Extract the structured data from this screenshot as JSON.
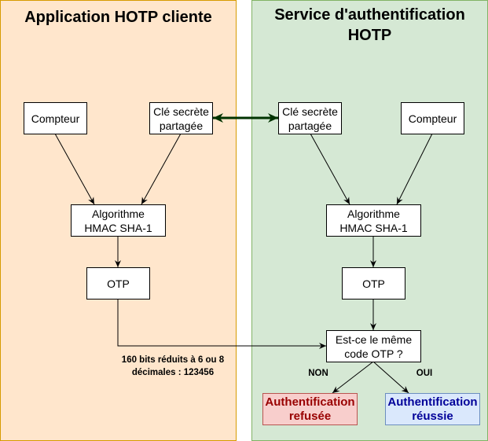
{
  "lanes": {
    "client": {
      "title": "Application HOTP\ncliente",
      "fill": "#ffe6cc",
      "stroke": "#d79b00"
    },
    "service": {
      "title": "Service\nd'authentification\nHOTP",
      "fill": "#d5e8d4",
      "stroke": "#82b366"
    }
  },
  "client_nodes": {
    "counter": "Compteur",
    "secret": "Clé secrète\npartagée",
    "hmac": "Algorithme\nHMAC SHA-1",
    "otp": "OTP"
  },
  "service_nodes": {
    "secret": "Clé secrète\npartagée",
    "counter": "Compteur",
    "hmac": "Algorithme\nHMAC SHA-1",
    "otp": "OTP",
    "compare": "Est-ce le même\ncode OTP ?",
    "refused": "Authentification\nrefusée",
    "success": "Authentification\nréussie"
  },
  "edge_labels": {
    "truncation": "160 bits réduits à 6 ou 8\ndécimales : 123456",
    "no": "NON",
    "yes": "OUI"
  },
  "colors": {
    "shared_key_link": "#003300",
    "refused_text": "#990000",
    "success_text": "#000099"
  }
}
